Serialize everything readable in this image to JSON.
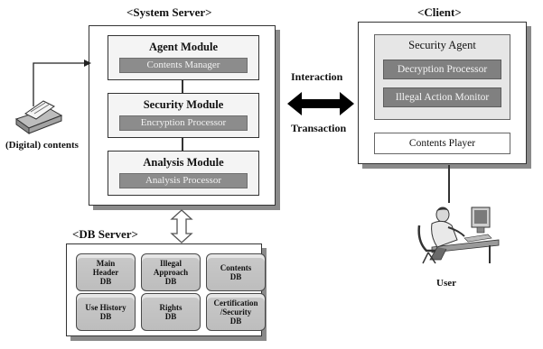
{
  "system_server": {
    "title": "<System Server>",
    "modules": [
      {
        "title": "Agent Module",
        "bar": "Contents Manager"
      },
      {
        "title": "Security Module",
        "bar": "Encryption Processor"
      },
      {
        "title": "Analysis Module",
        "bar": "Analysis Processor"
      }
    ]
  },
  "client": {
    "title": "<Client>",
    "agent_title": "Security Agent",
    "agent_bars": [
      "Decryption Processor",
      "Illegal Action Monitor"
    ],
    "player": "Contents Player"
  },
  "db_server": {
    "title": "<DB Server>",
    "databases": [
      [
        "Main",
        "Header",
        "DB"
      ],
      [
        "Illegal",
        "Approach",
        "DB"
      ],
      [
        "Contents",
        "DB"
      ],
      [
        "Use History",
        "DB"
      ],
      [
        "Rights",
        "DB"
      ],
      [
        "Certification",
        "/Security",
        "DB"
      ]
    ]
  },
  "labels": {
    "interaction": "Interaction",
    "transaction": "Transaction",
    "digital_contents": "(Digital) contents",
    "user": "User"
  },
  "colors": {
    "frame_shadow": "#8a8a8a",
    "processor_bar": "#8c8c8c",
    "agent_box": "#e6e6e6"
  },
  "icons": [
    "document-printer-icon",
    "user-workstation-icon",
    "bidirectional-arrow-icon",
    "updown-arrow-icon"
  ]
}
